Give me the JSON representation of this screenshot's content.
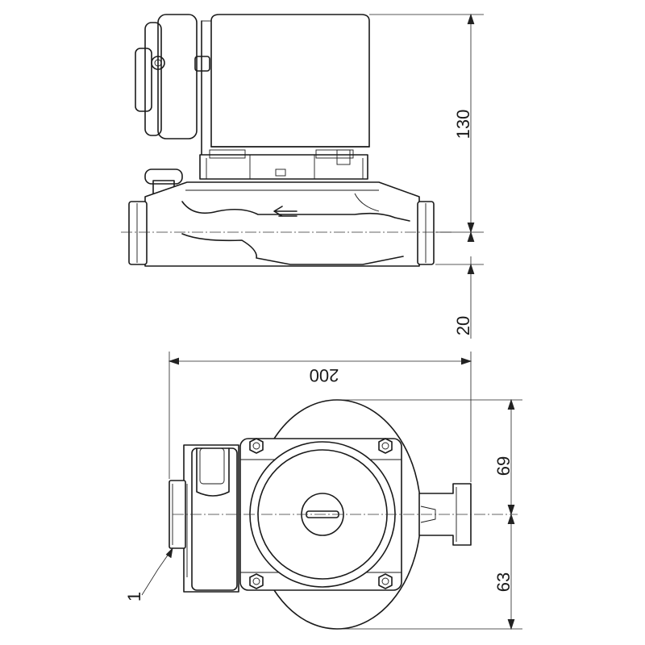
{
  "dimensions": {
    "height_top": "130",
    "height_bottom": "20",
    "width": "200",
    "right_upper": "69",
    "right_lower": "63"
  },
  "callouts": {
    "item_1": "1"
  }
}
